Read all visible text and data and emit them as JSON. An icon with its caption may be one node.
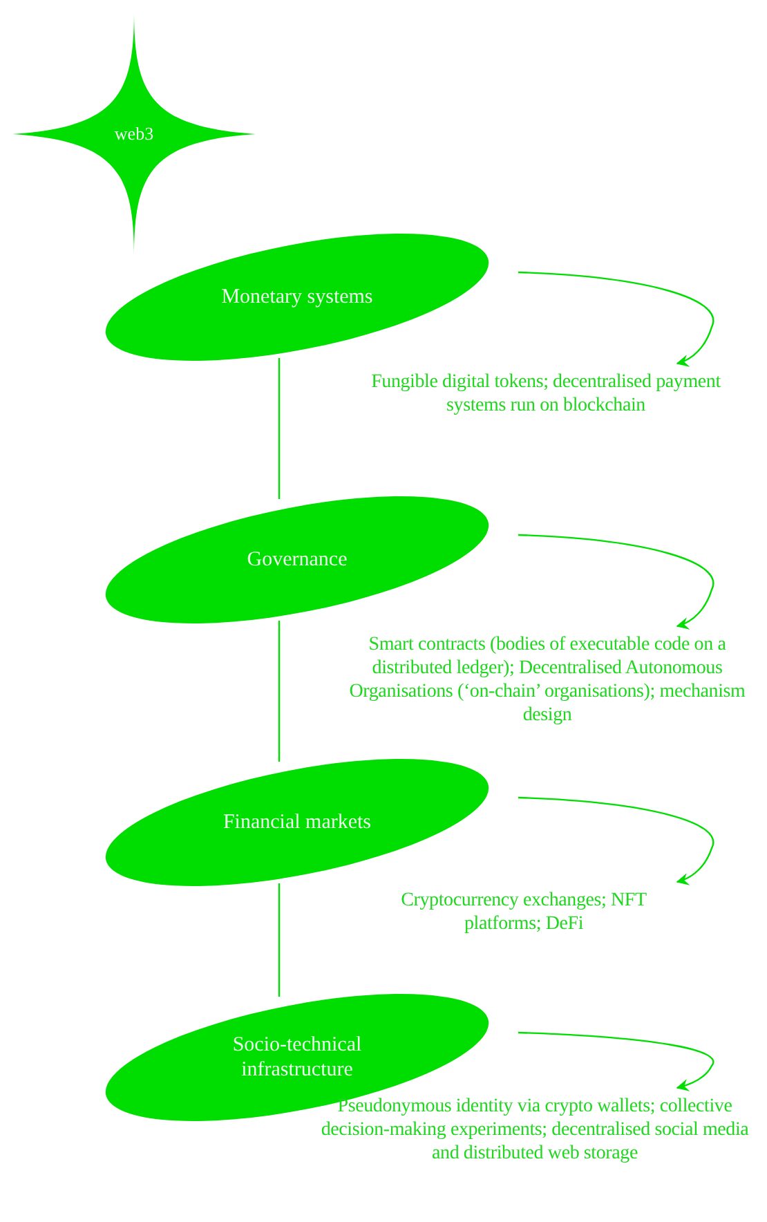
{
  "diagram": {
    "nodes": [
      {
        "text": [
          "web3"
        ]
      },
      {
        "text": [
          "Monetary systems"
        ]
      },
      {
        "text": [
          "Fungible digital tokens; decentralised payment systems run on blockchain"
        ]
      },
      {
        "text": [
          "Governance"
        ]
      },
      {
        "text": [
          "Smart contracts (bodies of executable code on a distributed ledger); Decentralised Autonomous Organisations (‘on-chain’ organisations); mechanism design"
        ]
      },
      {
        "text": [
          "Financial markets"
        ]
      },
      {
        "text": [
          "Cryptocurrency exchanges; NFT platforms; DeFi"
        ]
      },
      {
        "text": [
          "Socio-technical infrastructure"
        ]
      },
      {
        "text": [
          "Pseudonymous identity via crypto wallets; collective decision-making experiments; decentralised social media and distributed web storage"
        ]
      }
    ],
    "edges": [
      {
        "from": 1,
        "to": 2,
        "arrow": "to"
      },
      {
        "from": 1,
        "to": 3,
        "arrow": "none"
      },
      {
        "from": 3,
        "to": 4,
        "arrow": "to"
      },
      {
        "from": 3,
        "to": 5,
        "arrow": "none"
      },
      {
        "from": 5,
        "to": 6,
        "arrow": "to"
      },
      {
        "from": 5,
        "to": 7,
        "arrow": "none"
      },
      {
        "from": 7,
        "to": 8,
        "arrow": "to"
      }
    ]
  }
}
